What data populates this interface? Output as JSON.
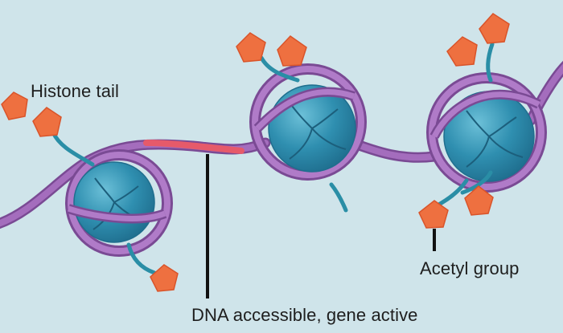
{
  "labels": {
    "histone_tail": "Histone tail",
    "acetyl_group": "Acetyl group",
    "dna_accessible": "DNA accessible, gene active"
  },
  "colors": {
    "background": "#cfe4ea",
    "dna_strand": "#9b64b4",
    "dna_strand_edge": "#7a4a94",
    "accessible_dna": "#e65a6a",
    "histone_core": "#2d8aaa",
    "histone_highlight": "#5fb6cf",
    "histone_tail": "#2a8ea6",
    "acetyl_group": "#ee7040",
    "acetyl_group_edge": "#d9542a",
    "leader_line": "#111111"
  },
  "icons": {
    "acetyl": "pentagon",
    "histone": "sphere"
  }
}
